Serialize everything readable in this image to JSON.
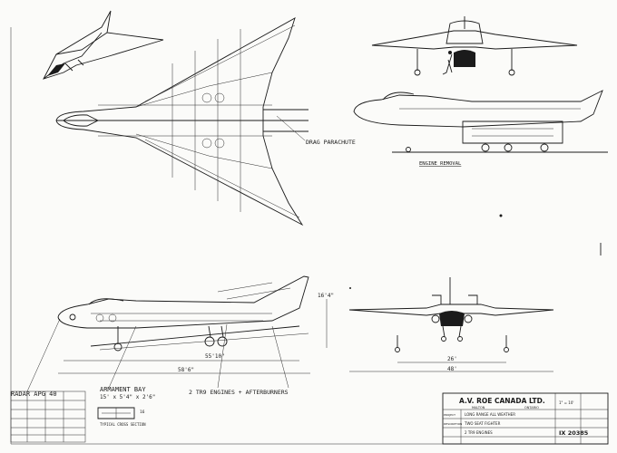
{
  "labels": {
    "drag_parachute": "DRAG PARACHUTE",
    "engine_removal": "ENGINE REMOVAL",
    "dim_span": "48'",
    "dim_track": "26'",
    "dim_length_a": "55'10\"",
    "dim_length_b": "58'6\"",
    "dim_height": "16'4\"",
    "radar": "RADAR APG 40",
    "armament_bay_1": "ARMAMENT BAY",
    "armament_bay_2": "15' x 5'4\" x 2'6\"",
    "engines": "2 TR9 ENGINES + AFTERBURNERS",
    "section_caption": "TYPICAL CROSS SECTION",
    "section_dim": "16"
  },
  "title_block": {
    "company": "A.V. ROE CANADA LTD.",
    "location_left": "MALTON",
    "location_right": "ONTARIO",
    "row1_label": "PROJECT",
    "row1_value": "LONG RANGE   ALL WEATHER",
    "row2_label": "DESCRIPTION",
    "row2_value": "TWO SEAT   FIGHTER",
    "row3_value": "2 TR9 ENGINES",
    "scale": "1\" = 10'",
    "drawing_no": "IX 20385"
  }
}
